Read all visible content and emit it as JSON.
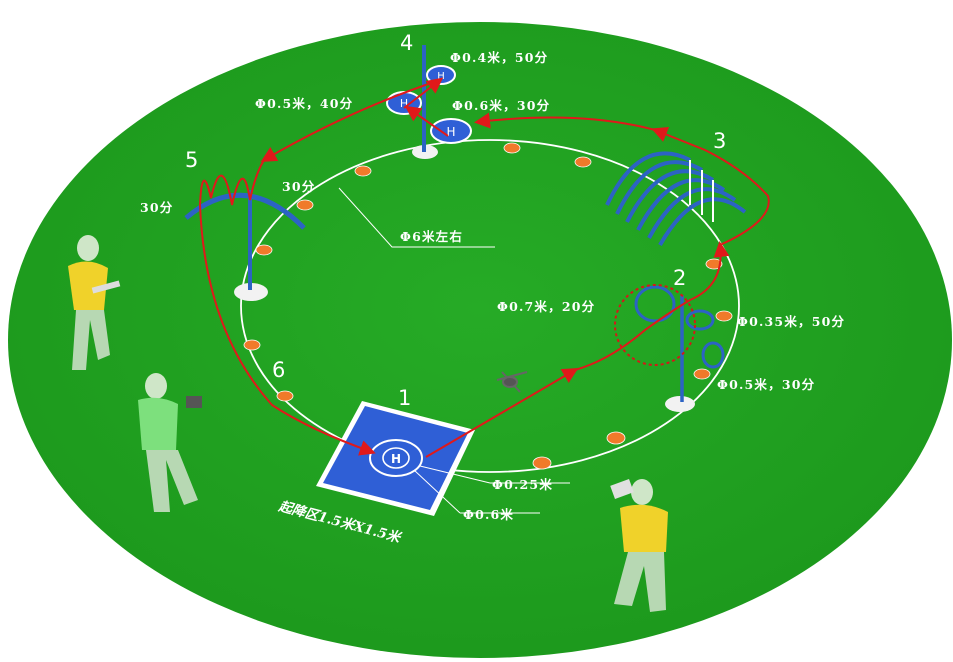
{
  "stations": {
    "n1": "1",
    "n2": "2",
    "n3": "3",
    "n4": "4",
    "n5": "5",
    "n6": "6"
  },
  "labels": {
    "ring4_top": "Φ0.4米，50分",
    "ring4_left": "Φ0.5米，40分",
    "ring4_right": "Φ0.6米，30分",
    "arc5_left": "30分",
    "arc5_right": "30分",
    "circle_diameter": "Φ6米左右",
    "station2_left": "Φ0.7米，20分",
    "station2_right": "Φ0.35米，50分",
    "station2_bottom": "Φ0.5米，30分",
    "helipad_inner": "Φ0.25米",
    "helipad_outer": "Φ0.6米",
    "pad_area": "起降区1.5米X1.5米"
  },
  "icons": {
    "helipad": "H"
  },
  "colors": {
    "field": "#21a321",
    "pad": "#2f5fd6",
    "route": "#e0191a",
    "pole": "#2c63c4",
    "cone": "#f07a2a"
  }
}
